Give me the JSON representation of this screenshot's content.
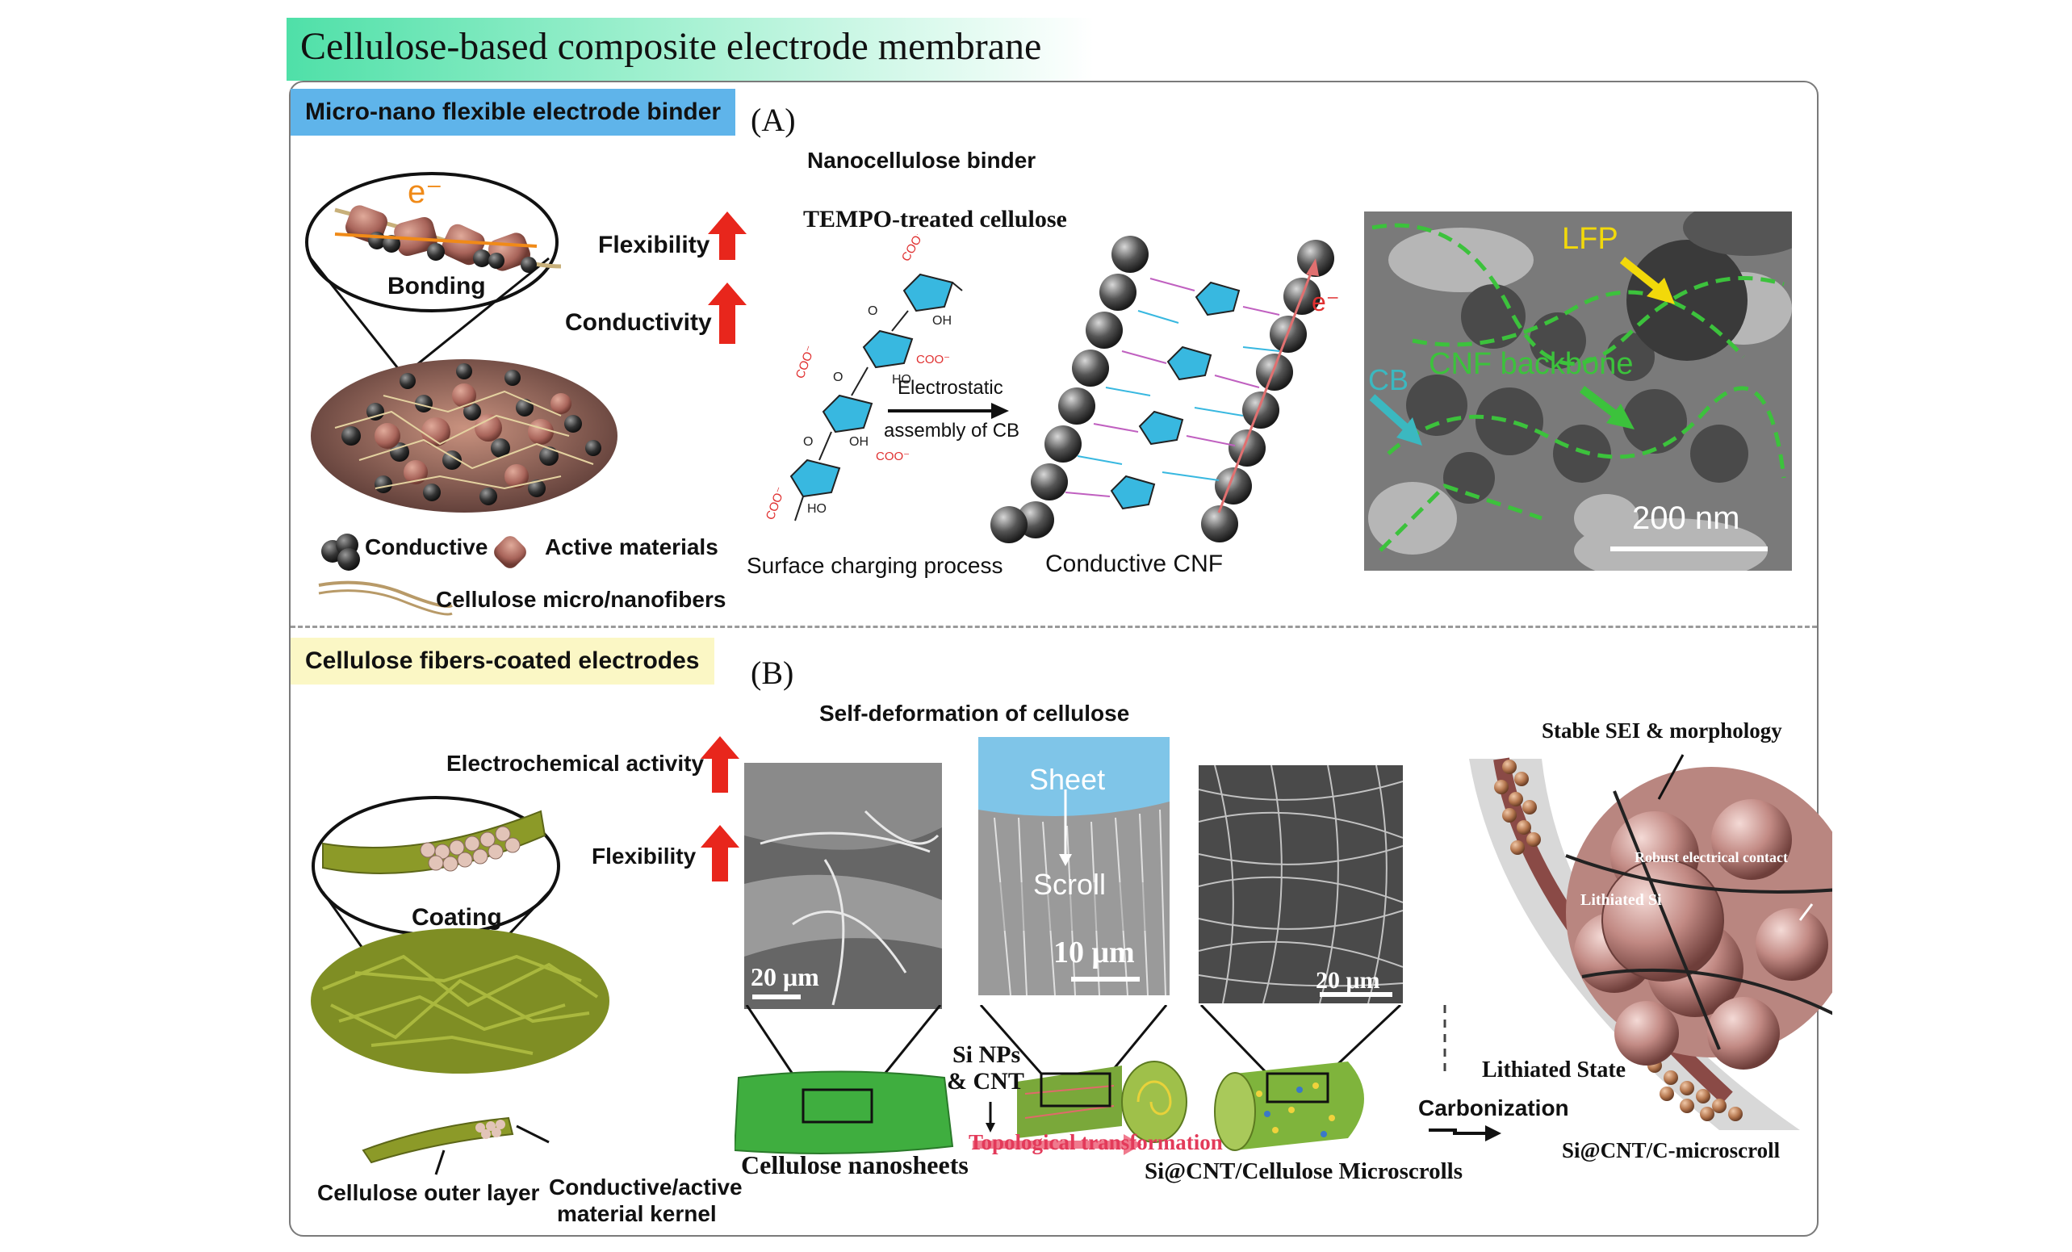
{
  "title": "Cellulose-based composite electrode membrane",
  "panel_a": {
    "tag": "Micro-nano flexible electrode binder",
    "letter": "(A)",
    "heading": "Nanocellulose binder",
    "inset_electron": "e⁻",
    "inset_label": "Bonding",
    "arrow_labels": [
      "Flexibility",
      "Conductivity"
    ],
    "legend": {
      "conductive": "Conductive",
      "active": "Active materials",
      "fibers": "Cellulose micro/nanofibers"
    },
    "tempo_label": "TEMPO-treated cellulose",
    "coo_label": "COO⁻",
    "process_arrow_line1": "Electrostatic",
    "process_arrow_line2": "assembly of CB",
    "surface_caption": "Surface charging process",
    "cnf_caption": "Conductive CNF",
    "cnf_electron": "e⁻",
    "tem": {
      "lfp": "LFP",
      "cb": "CB",
      "backbone": "CNF backbone",
      "scale": "200 nm"
    }
  },
  "panel_b": {
    "tag": "Cellulose fibers-coated electrodes",
    "letter": "(B)",
    "heading": "Self-deformation of cellulose",
    "arrow_labels": [
      "Electrochemical activity",
      "Flexibility"
    ],
    "inset_label": "Coating",
    "outer_layer": "Cellulose outer layer",
    "kernel_line1": "Conductive/active",
    "kernel_line2": "material kernel",
    "sem1_scale": "20 μm",
    "sem2_sheet": "Sheet",
    "sem2_scroll": "Scroll",
    "sem2_scale": "10 μm",
    "sem3_scale": "20 μm",
    "nanosheets": "Cellulose nanosheets",
    "si_line1": "Si NPs",
    "si_line2": "& CNT",
    "topological": "Topological transformation",
    "microscrolls": "Si@CNT/Cellulose Microscrolls",
    "carbonization": "Carbonization",
    "stable_sei": "Stable SEI & morphology",
    "robust": "Robust electrical contact",
    "lithiated_si": "Lithiated Si",
    "lithiated_state": "Lithiated State",
    "final": "Si@CNT/C-microscroll"
  },
  "colors": {
    "up_arrow": "#e8261c",
    "tem_overlay": "#3cc23c",
    "lfp_label": "#f2d90a",
    "cb_label": "#3bb8c0",
    "topological_arrow": "#f07a8e",
    "glucose_ring": "#38b8e0",
    "coo_text": "#e03030",
    "sheet_green": "#3fae3f",
    "fiber_olive": "#8c9a28",
    "active_particle": "#b9776a"
  }
}
